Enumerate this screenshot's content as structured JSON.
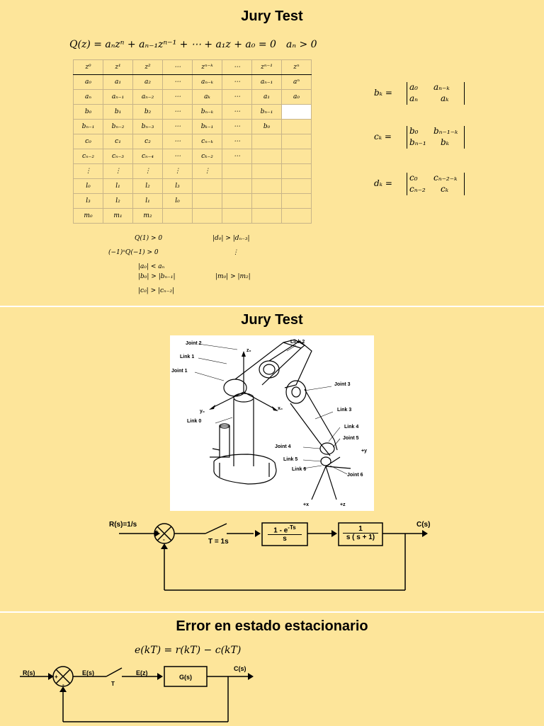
{
  "slide1": {
    "title": "Jury Test",
    "equation": "Q(z) = aₙzⁿ + aₙ₋₁zⁿ⁻¹ + ⋯ + a₁z + a₀ = 0",
    "condition": "aₙ > 0",
    "table": [
      [
        "z⁰",
        "z¹",
        "z²",
        "⋯",
        "zⁿ⁻ᵏ",
        "⋯",
        "zⁿ⁻¹",
        "zⁿ"
      ],
      [
        "a₀",
        "a₁",
        "a₂",
        "⋯",
        "aₙ₋ₖ",
        "⋯",
        "aₙ₋₁",
        "aⁿ"
      ],
      [
        "aₙ",
        "aₙ₋₁",
        "aₙ₋₂",
        "⋯",
        "aₖ",
        "⋯",
        "a₁",
        "a₀"
      ],
      [
        "b₀",
        "b₁",
        "b₂",
        "⋯",
        "bₙ₋ₖ",
        "⋯",
        "bₙ₋₁",
        ""
      ],
      [
        "bₙ₋₁",
        "bₙ₋₂",
        "bₙ₋₃",
        "⋯",
        "bₖ₋₁",
        "⋯",
        "b₀",
        ""
      ],
      [
        "c₀",
        "c₁",
        "c₂",
        "⋯",
        "cₙ₋ₖ",
        "⋯",
        "",
        ""
      ],
      [
        "cₙ₋₂",
        "cₙ₋₃",
        "cₙ₋₄",
        "⋯",
        "cₖ₋₂",
        "⋯",
        "",
        ""
      ],
      [
        "⋮",
        "⋮",
        "⋮",
        "⋮",
        "⋮",
        "",
        "",
        ""
      ],
      [
        "l₀",
        "l₁",
        "l₂",
        "l₃",
        "",
        "",
        "",
        ""
      ],
      [
        "l₃",
        "l₂",
        "l₁",
        "l₀",
        "",
        "",
        "",
        ""
      ],
      [
        "m₀",
        "m₁",
        "m₂",
        "",
        "",
        "",
        "",
        ""
      ]
    ],
    "conditions_left": [
      "Q(1) > 0",
      "(−1)ⁿQ(−1) > 0",
      "|a₀| < aₙ",
      "|b₀| > |bₙ₋₁|",
      "|c₀| > |cₙ₋₂|"
    ],
    "conditions_right": [
      "|d₀| > |dₙ₋₃|",
      "⋮",
      "|m₀| > |m₂|"
    ],
    "determinants": [
      {
        "lhs": "bₖ =",
        "r1": [
          "a₀",
          "aₙ₋ₖ"
        ],
        "r2": [
          "aₙ",
          "aₖ"
        ]
      },
      {
        "lhs": "cₖ =",
        "r1": [
          "b₀",
          "bₙ₋₁₋ₖ"
        ],
        "r2": [
          "bₙ₋₁",
          "bₖ"
        ]
      },
      {
        "lhs": "dₖ =",
        "r1": [
          "c₀",
          "cₙ₋₂₋ₖ"
        ],
        "r2": [
          "cₙ₋₂",
          "cₖ"
        ]
      }
    ]
  },
  "slide2": {
    "title": "Jury Test",
    "robot_labels": [
      "Joint 2",
      "Link 1",
      "Joint 1",
      "Link 2",
      "Joint 3",
      "Link 3",
      "Link 0",
      "Link 4",
      "Joint 5",
      "Joint 4",
      "Link 5",
      "Link 6",
      "Joint 6",
      "z₀",
      "y₀",
      "x₀",
      "+y",
      "+x",
      "+z"
    ],
    "diagram": {
      "input": "R(s)=1/s",
      "output": "C(s)",
      "sampler": "T = 1s",
      "zoh_num": "1 - e",
      "zoh_exp": "-Ts",
      "zoh_den": "s",
      "plant_num": "1",
      "plant_den": "s ( s + 1)",
      "sum_plus": "+",
      "sum_minus": "-"
    }
  },
  "slide3": {
    "title": "Error en estado estacionario",
    "equation": "e(kT) = r(kT) − c(kT)",
    "diagram": {
      "input": "R(s)",
      "error_s": "E(s)",
      "error_z": "E(z)",
      "sampler": "T",
      "plant": "G(s)",
      "output": "C(s)",
      "sum_plus": "+",
      "sum_minus": "-"
    }
  }
}
